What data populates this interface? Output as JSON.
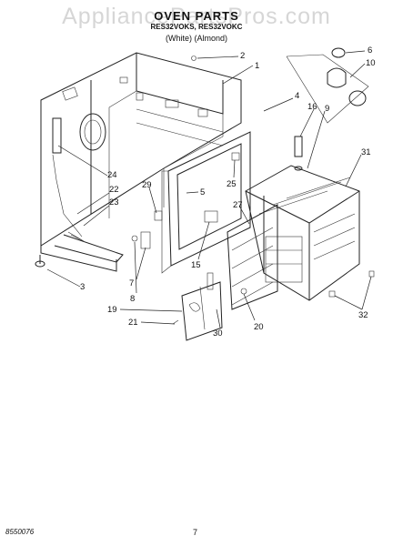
{
  "header": {
    "title": "OVEN PARTS",
    "models": "RES32VOKS, RES32VOKC",
    "colors": "(White)     (Almond)"
  },
  "watermark": "AppliancePartsPros.com",
  "footer": {
    "doc_number": "8550076",
    "page_number": "7"
  },
  "callouts": [
    {
      "id": "c1",
      "label": "1"
    },
    {
      "id": "c2",
      "label": "2"
    },
    {
      "id": "c3",
      "label": "3"
    },
    {
      "id": "c4",
      "label": "4"
    },
    {
      "id": "c5",
      "label": "5"
    },
    {
      "id": "c6",
      "label": "6"
    },
    {
      "id": "c7",
      "label": "7"
    },
    {
      "id": "c8",
      "label": "8"
    },
    {
      "id": "c9",
      "label": "9"
    },
    {
      "id": "c10",
      "label": "10"
    },
    {
      "id": "c15",
      "label": "15"
    },
    {
      "id": "c16",
      "label": "16"
    },
    {
      "id": "c19",
      "label": "19"
    },
    {
      "id": "c20",
      "label": "20"
    },
    {
      "id": "c21",
      "label": "21"
    },
    {
      "id": "c22",
      "label": "22"
    },
    {
      "id": "c23",
      "label": "23"
    },
    {
      "id": "c24",
      "label": "24"
    },
    {
      "id": "c25",
      "label": "25"
    },
    {
      "id": "c27",
      "label": "27"
    },
    {
      "id": "c29",
      "label": "29"
    },
    {
      "id": "c30",
      "label": "30"
    },
    {
      "id": "c31",
      "label": "31"
    },
    {
      "id": "c32",
      "label": "32"
    }
  ]
}
